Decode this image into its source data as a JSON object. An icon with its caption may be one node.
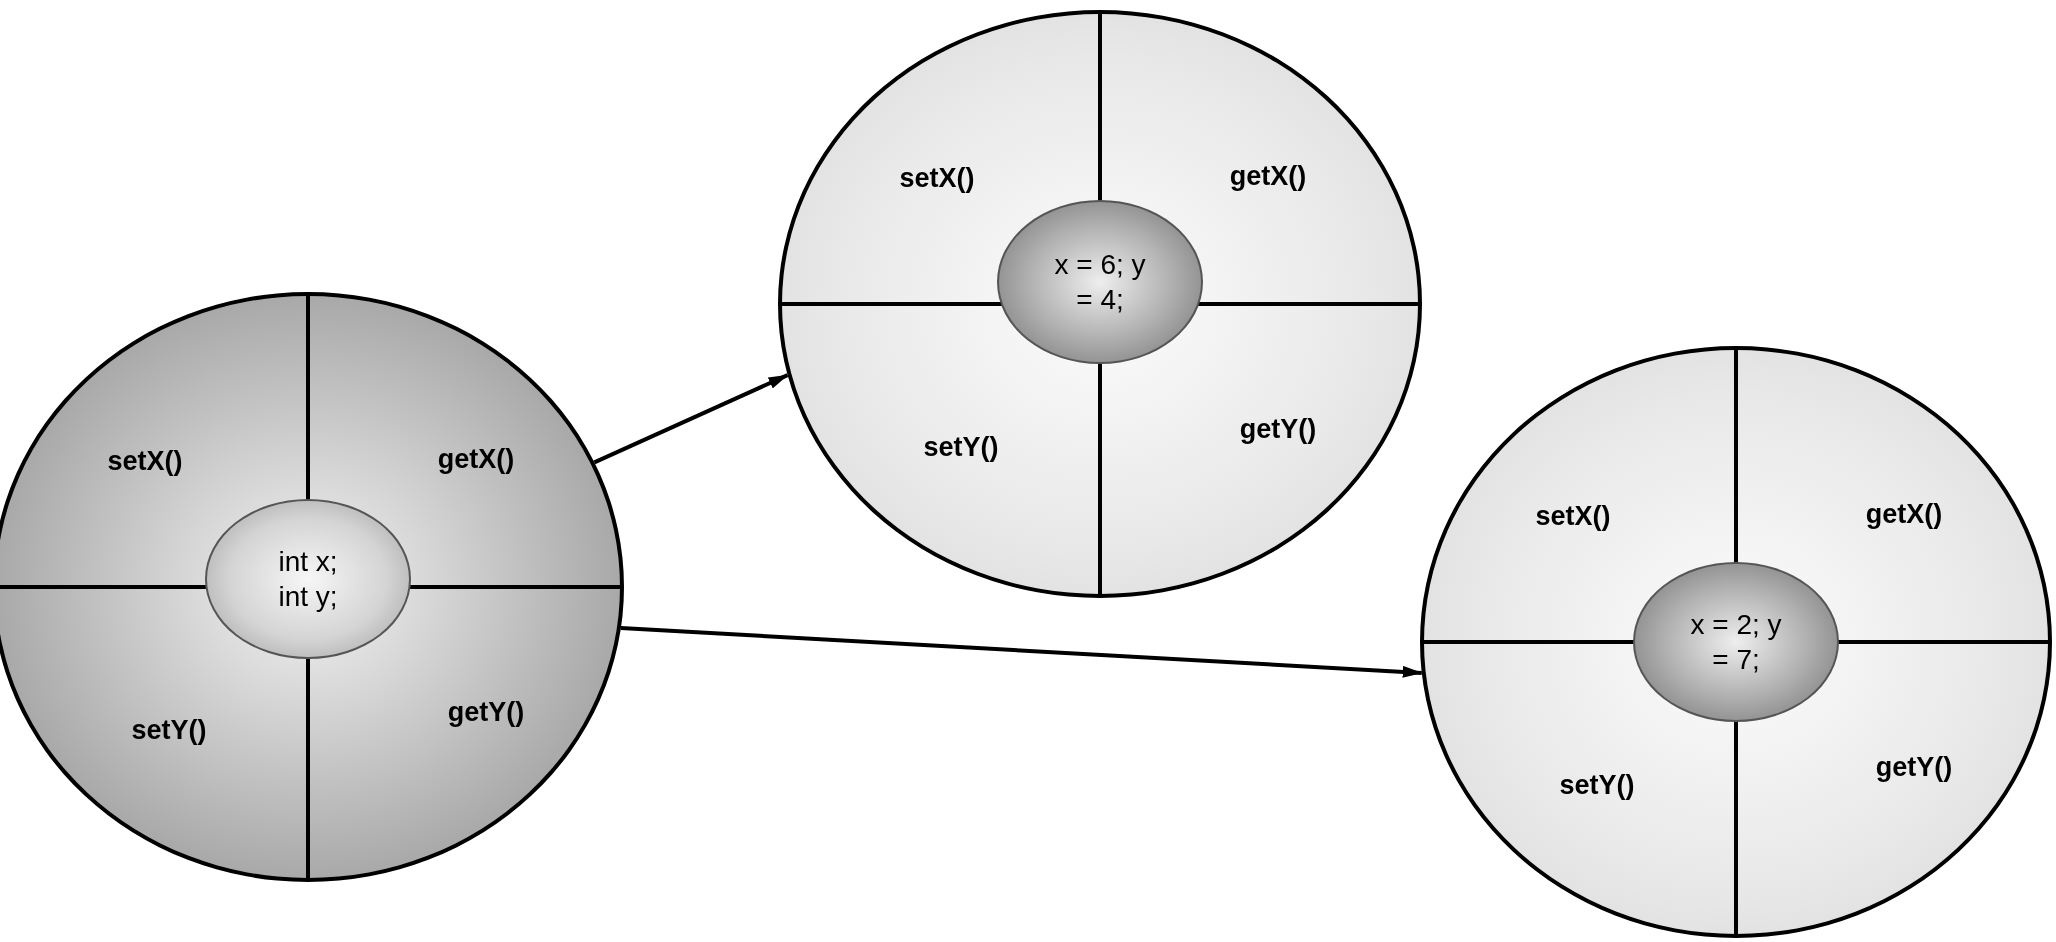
{
  "diagram": {
    "nodes": [
      {
        "text": [],
        "shape": "circle"
      },
      {
        "text": [
          "setX()"
        ],
        "in": 0
      },
      {
        "text": [
          "getX()"
        ],
        "in": 0
      },
      {
        "text": [
          "setY()"
        ],
        "in": 0
      },
      {
        "text": [
          "getY()"
        ],
        "in": 0
      },
      {
        "text": [
          "int x; int y;"
        ],
        "in": 0
      },
      {
        "text": [],
        "shape": "circle"
      },
      {
        "text": [
          "setX()"
        ],
        "in": 6
      },
      {
        "text": [
          "getX()"
        ],
        "in": 6
      },
      {
        "text": [
          "setY()"
        ],
        "in": 6
      },
      {
        "text": [
          "getY()"
        ],
        "in": 6
      },
      {
        "text": [
          "x = 6; y = 4;"
        ],
        "in": 6
      },
      {
        "text": [],
        "shape": "circle"
      },
      {
        "text": [
          "setX()"
        ],
        "in": 12
      },
      {
        "text": [
          "getX()"
        ],
        "in": 12
      },
      {
        "text": [
          "setY()"
        ],
        "in": 12
      },
      {
        "text": [
          "getY()"
        ],
        "in": 12
      },
      {
        "text": [
          "x = 2; y = 7;"
        ],
        "in": 12
      }
    ],
    "edges": [
      {
        "from": 0,
        "to": 6,
        "arrow": "to"
      },
      {
        "from": 0,
        "to": 12,
        "arrow": "to"
      }
    ]
  }
}
